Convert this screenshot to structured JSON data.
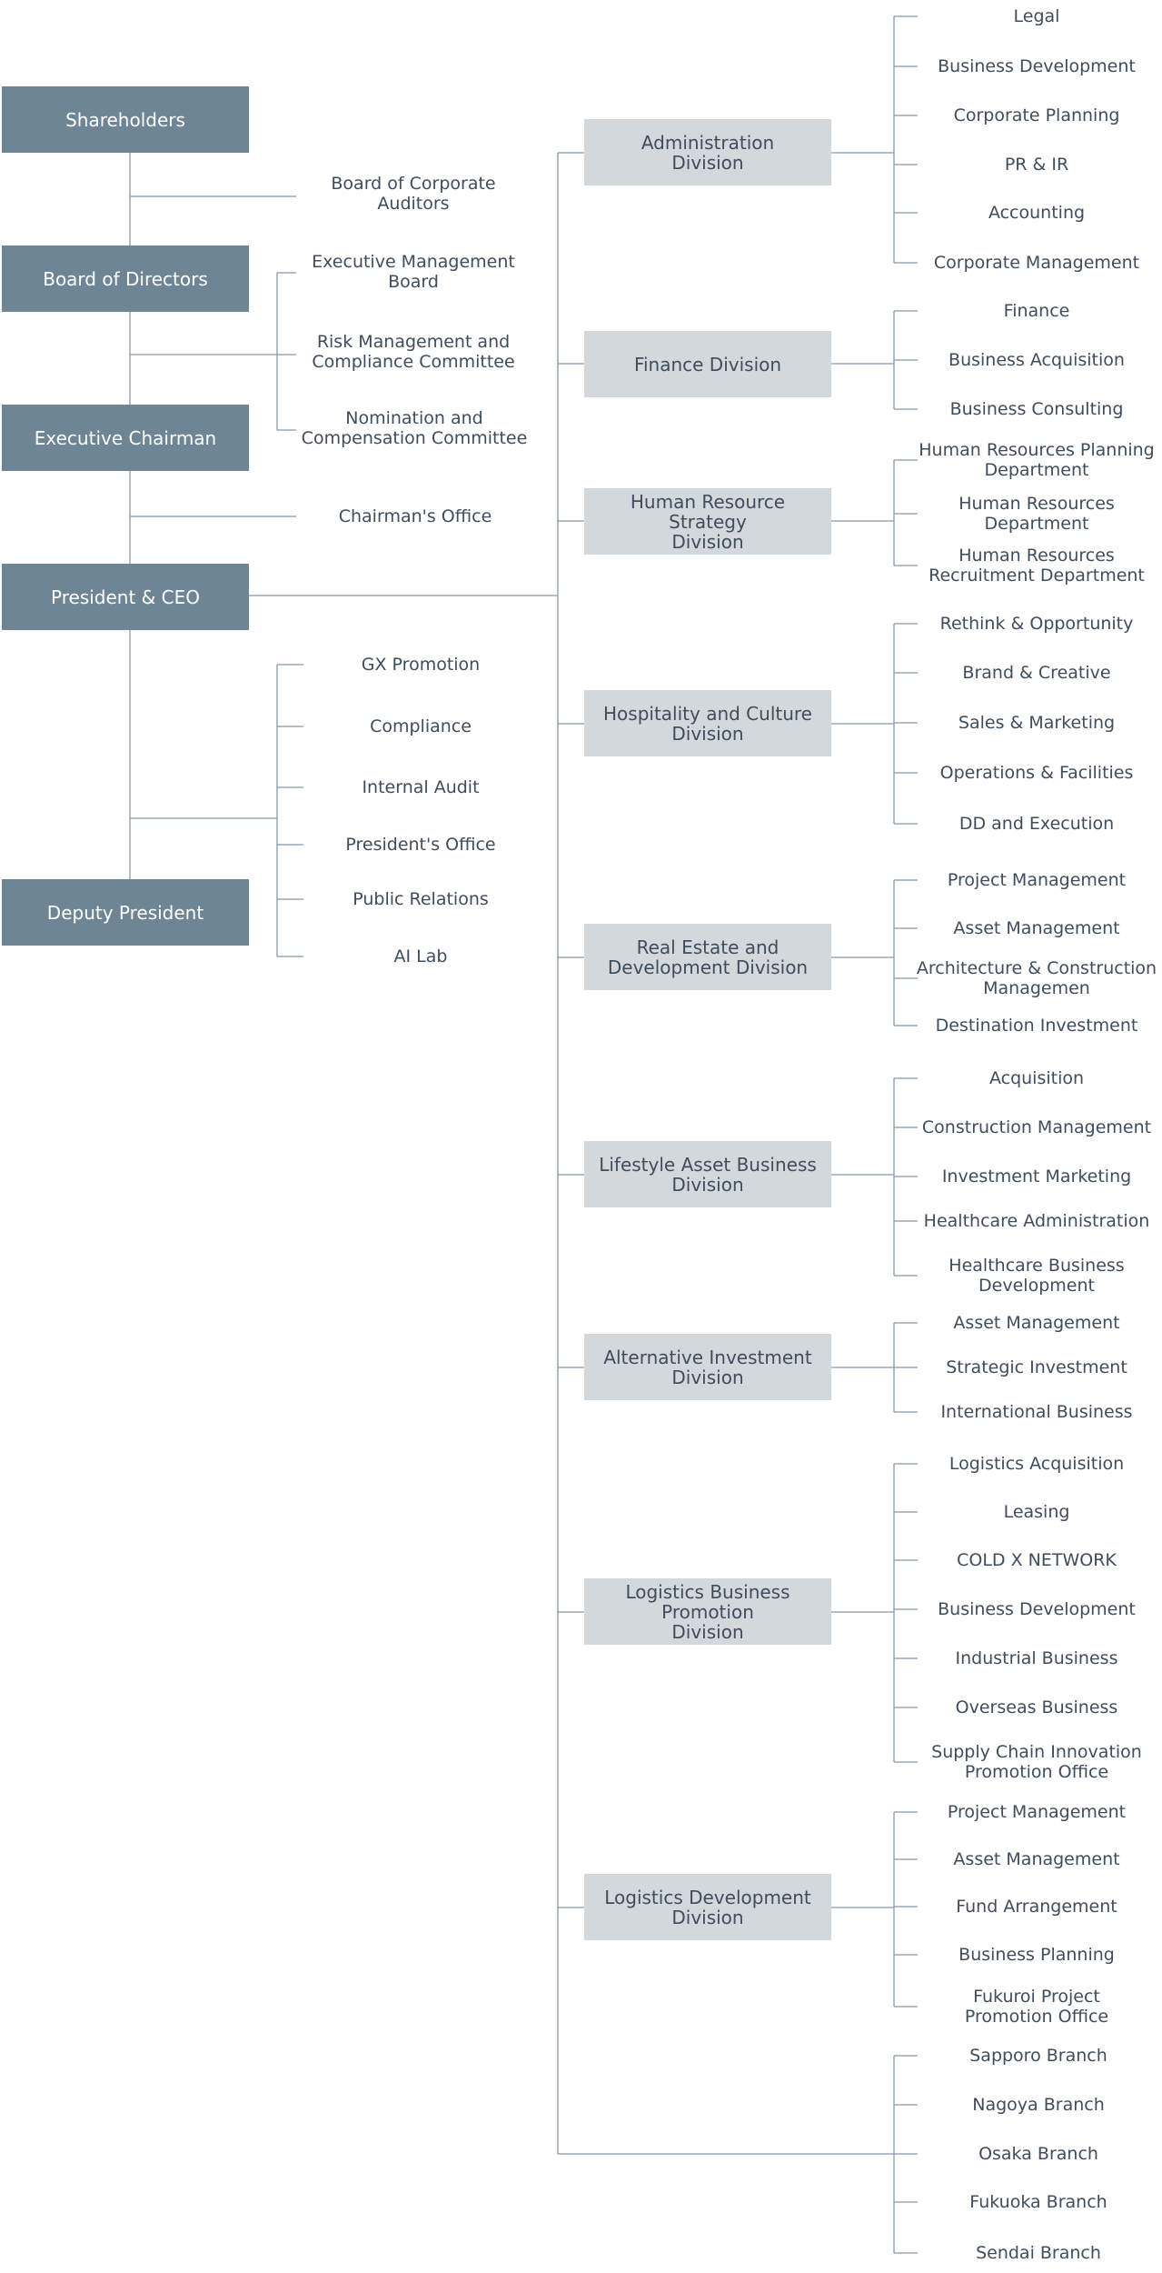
{
  "colors": {
    "executive_box": "#6e8596",
    "division_box": "#d3d8dc",
    "line": "#8797a8",
    "text": "#3f4d5c"
  },
  "executives": {
    "shareholders": "Shareholders",
    "board_of_directors": "Board of Directors",
    "executive_chairman": "Executive Chairman",
    "president_ceo": "President & CEO",
    "deputy_president": "Deputy President"
  },
  "governance": {
    "board_auditors": "Board of Corporate\nAuditors",
    "exec_mgmt_board": "Executive Management\nBoard",
    "risk_compliance": "Risk Management and\nCompliance Committee",
    "nomination": "Nomination and\nCompensation Committee",
    "chairmans_office": "Chairman's Office"
  },
  "ceo_offices": [
    "GX Promotion",
    "Compliance",
    "Internal Audit",
    "President's Office",
    "Public Relations",
    "AI Lab"
  ],
  "divisions": [
    {
      "name": "Administration\nDivision",
      "units": [
        "Legal",
        "Business Development",
        "Corporate Planning",
        "PR & IR",
        "Accounting",
        "Corporate Management"
      ]
    },
    {
      "name": "Finance Division",
      "units": [
        "Finance",
        "Business Acquisition",
        "Business Consulting"
      ]
    },
    {
      "name": "Human Resource Strategy\nDivision",
      "units": [
        "Human Resources Planning\nDepartment",
        "Human Resources\nDepartment",
        "Human Resources\nRecruitment Department"
      ]
    },
    {
      "name": "Hospitality and Culture\nDivision",
      "units": [
        "Rethink & Opportunity",
        "Brand & Creative",
        "Sales & Marketing",
        "Operations & Facilities",
        "DD and Execution"
      ]
    },
    {
      "name": "Real Estate and\nDevelopment Division",
      "units": [
        "Project Management",
        "Asset Management",
        "Architecture & Construction\nManagemen",
        "Destination Investment"
      ]
    },
    {
      "name": "Lifestyle Asset Business\nDivision",
      "units": [
        "Acquisition",
        "Construction Management",
        "Investment Marketing",
        "Healthcare Administration",
        "Healthcare Business\nDevelopment"
      ]
    },
    {
      "name": "Alternative Investment\nDivision",
      "units": [
        "Asset Management",
        "Strategic Investment",
        "International Business"
      ]
    },
    {
      "name": "Logistics Business Promotion\nDivision",
      "units": [
        "Logistics Acquisition",
        "Leasing",
        "COLD X NETWORK",
        "Business Development",
        "Industrial Business",
        "Overseas Business",
        "Supply Chain Innovation\nPromotion Office"
      ]
    },
    {
      "name": "Logistics Development\nDivision",
      "units": [
        "Project Management",
        "Asset Management",
        "Fund Arrangement",
        "Business Planning",
        "Fukuroi Project\nPromotion Office"
      ]
    }
  ],
  "branches": [
    "Sapporo Branch",
    "Nagoya Branch",
    "Osaka Branch",
    "Fukuoka Branch",
    "Sendai Branch"
  ]
}
